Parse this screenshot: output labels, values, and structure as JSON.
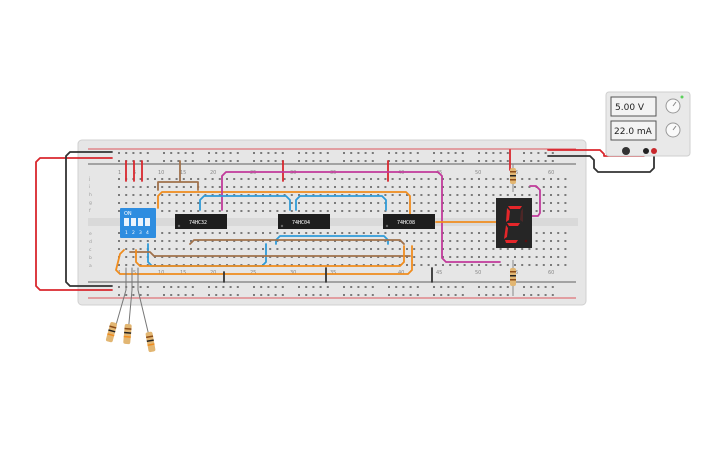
{
  "power_supply": {
    "voltage_display": "5.00 V",
    "current_display": "22.0 mA"
  },
  "chips": [
    {
      "label": "74HC32"
    },
    {
      "label": "74HC04"
    },
    {
      "label": "74HC08"
    }
  ],
  "dip_switch": {
    "on_label": "ON",
    "numbers": [
      "1",
      "2",
      "3",
      "4"
    ]
  },
  "breadboard": {
    "column_numbers_top": [
      "1",
      "5",
      "10",
      "15",
      "20",
      "25",
      "30",
      "35",
      "40",
      "45",
      "50",
      "55",
      "60"
    ],
    "column_numbers_bottom": [
      "1",
      "5",
      "10",
      "15",
      "20",
      "25",
      "30",
      "35",
      "40",
      "45",
      "50",
      "55",
      "60"
    ],
    "row_letters_top": [
      "j",
      "i",
      "h",
      "g",
      "f"
    ],
    "row_letters_bottom": [
      "e",
      "d",
      "c",
      "b",
      "a"
    ]
  },
  "colors": {
    "board": "#e6e6e6",
    "rail_red": "#d9272e",
    "rail_black": "#333333",
    "wire_orange": "#f08c1e",
    "wire_blue": "#2f9bd8",
    "wire_brown": "#a0714b",
    "wire_magenta": "#c13a9a",
    "wire_red": "#d9272e",
    "segment_red": "#e5262a",
    "dip_blue": "#2e8de0"
  }
}
